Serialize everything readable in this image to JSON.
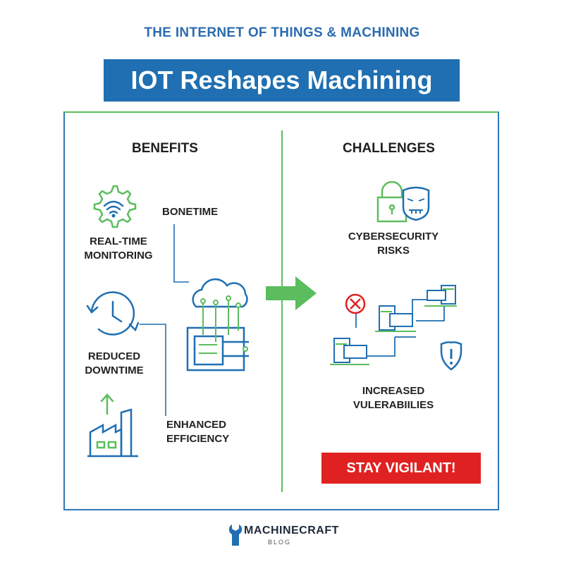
{
  "header": {
    "subtitle": "THE INTERNET OF THINGS & MACHINING",
    "title": "IOT Reshapes Machining"
  },
  "benefits": {
    "heading": "BENEFITS",
    "items": [
      {
        "label_line1": "REAL-TIME",
        "label_line2": "MONITORING",
        "icon": "wifi-gear-icon"
      },
      {
        "label": "BONETIME"
      },
      {
        "label_line1": "REDUCED",
        "label_line2": "DOWNTIME",
        "icon": "clock-icon"
      },
      {
        "label_line1": "ENHANCED",
        "label_line2": "EFFICIENCY",
        "icon": "factory-icon"
      }
    ]
  },
  "challenges": {
    "heading": "CHALLENGES",
    "items": [
      {
        "label_line1": "CYBERSECURITY",
        "label_line2": "RISKS",
        "icon": "lock-hacker-icon"
      },
      {
        "label_line1": "INCREASED",
        "label_line2": "VULERABIILIES",
        "icon": "network-computers-icon"
      }
    ],
    "callout": "STAY VIGILANT!"
  },
  "footer": {
    "brand": "MACHINECRAFT",
    "brand_sub": "BLOG"
  },
  "colors": {
    "blue": "#1f6fb2",
    "green": "#5cbd5e",
    "red": "#e02121"
  }
}
